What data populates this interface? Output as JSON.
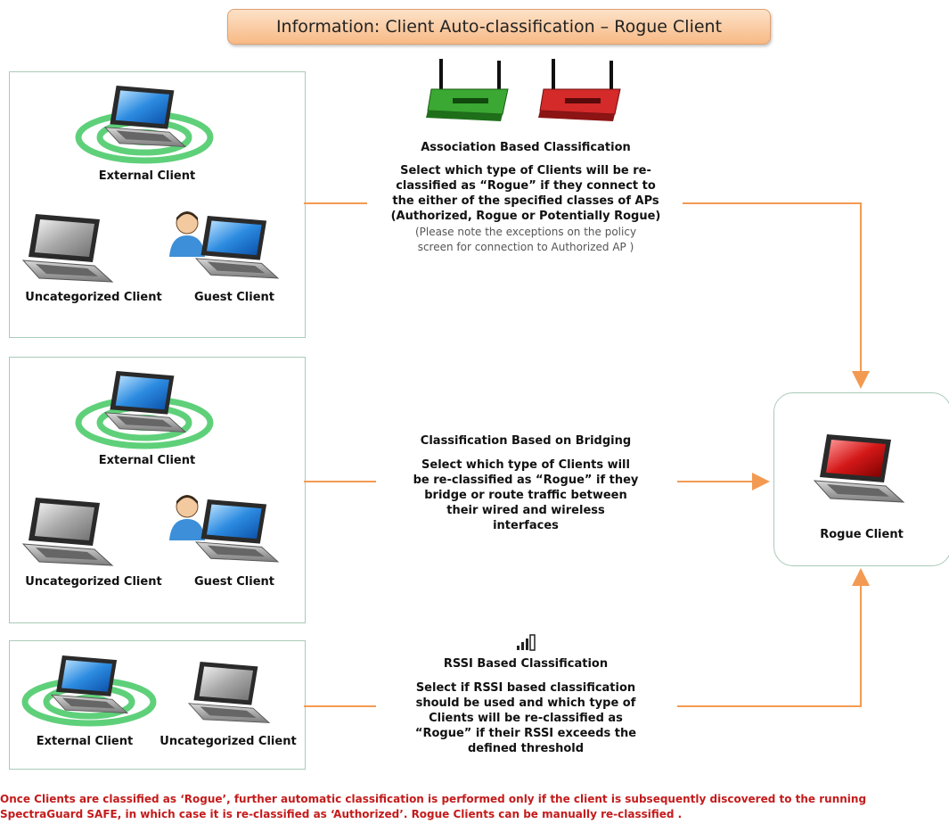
{
  "header": {
    "title": "Information: Client Auto-classification – Rogue Client"
  },
  "panels": {
    "association": {
      "external": "External Client",
      "uncategorized": "Uncategorized Client",
      "guest": "Guest Client"
    },
    "bridging": {
      "external": "External Client",
      "uncategorized": "Uncategorized Client",
      "guest": "Guest Client"
    },
    "rssi": {
      "external": "External Client",
      "uncategorized": "Uncategorized Client"
    }
  },
  "rules": {
    "association": {
      "title": "Association Based Classification",
      "lines": [
        "Select which type of Clients will be re-",
        "classified as “Rogue” if they connect to",
        "the either of the specified classes of APs",
        "(Authorized, Rogue or Potentially Rogue)"
      ],
      "note_lines": [
        "(Please note the exceptions on the policy",
        "screen for connection to Authorized AP )"
      ]
    },
    "bridging": {
      "title": "Classification Based on Bridging",
      "lines": [
        "Select which type of Clients will",
        "be re-classified as “Rogue” if they",
        "bridge or route traffic between",
        "their wired and wireless",
        "interfaces"
      ]
    },
    "rssi": {
      "title": "RSSI Based Classification",
      "lines": [
        "Select if RSSI based classification",
        "should be used and which type of",
        "Clients will be re-classified as",
        "“Rogue” if their RSSI exceeds the",
        "defined threshold"
      ]
    }
  },
  "target": {
    "label": "Rogue Client"
  },
  "footer": {
    "lines": [
      "Once Clients are classified as ‘Rogue’, further automatic classification is performed only if the client is subsequently discovered to the running",
      "SpectraGuard SAFE, in which case it is re-classified as ‘Authorized’. Rogue Clients can be manually re-classified ."
    ]
  },
  "colors": {
    "arrow": "#f39a52",
    "footer_text": "#c41b1b",
    "panel_border": "#a9cbb7",
    "ap_green": "#3aa832",
    "ap_red": "#d42a2a"
  }
}
